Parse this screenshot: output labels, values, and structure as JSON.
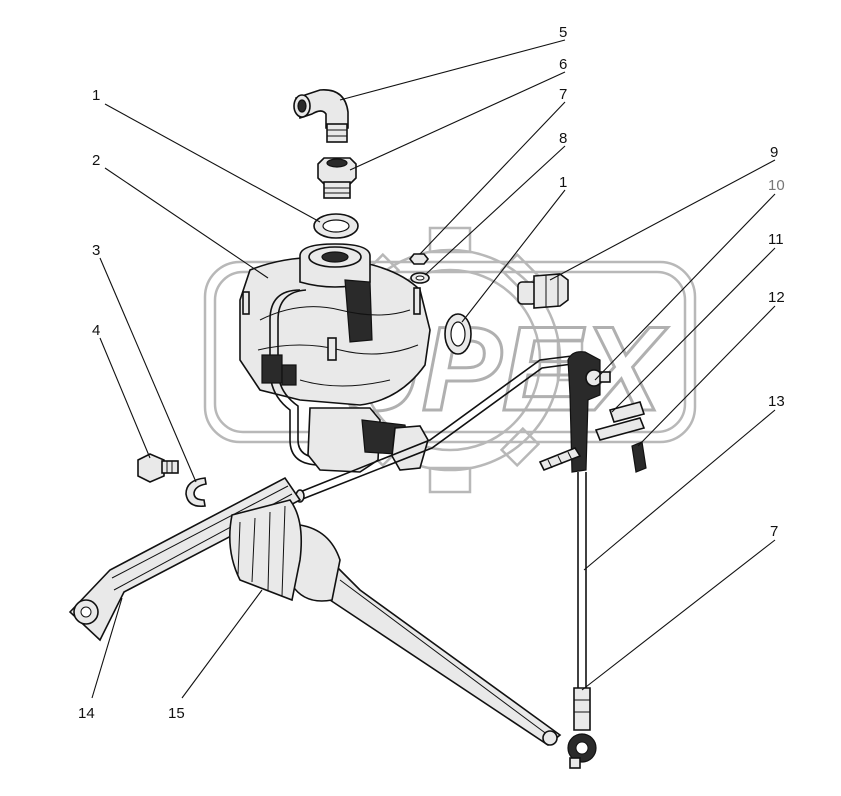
{
  "watermark": {
    "text": "UPEX"
  },
  "callouts": [
    {
      "id": "c5",
      "text": "5"
    },
    {
      "id": "c6",
      "text": "6"
    },
    {
      "id": "c1a",
      "text": "1"
    },
    {
      "id": "c7a",
      "text": "7"
    },
    {
      "id": "c2",
      "text": "2"
    },
    {
      "id": "c8",
      "text": "8"
    },
    {
      "id": "c1b",
      "text": "1"
    },
    {
      "id": "c9",
      "text": "9"
    },
    {
      "id": "c10",
      "text": "10"
    },
    {
      "id": "c3",
      "text": "3"
    },
    {
      "id": "c11",
      "text": "11"
    },
    {
      "id": "c12",
      "text": "12"
    },
    {
      "id": "c4",
      "text": "4"
    },
    {
      "id": "c13",
      "text": "13"
    },
    {
      "id": "c7b",
      "text": "7"
    },
    {
      "id": "c14",
      "text": "14"
    },
    {
      "id": "c15",
      "text": "15"
    }
  ]
}
